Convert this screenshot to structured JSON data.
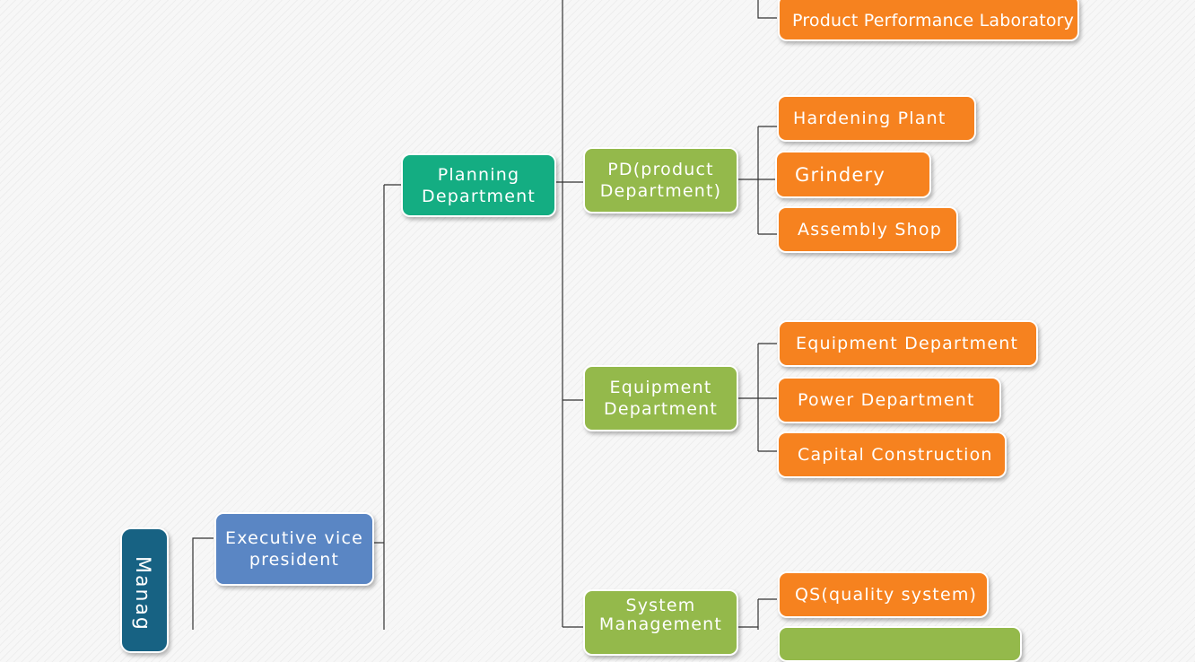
{
  "colors": {
    "orange": "#f6821f",
    "green": "#94b94b",
    "teal": "#14ad82",
    "blue": "#5a86c4",
    "navy": "#176283",
    "line": "#333333"
  },
  "nodes": {
    "management": "Manag",
    "executive_vp": "Executive vice president",
    "planning_dept": "Planning Department",
    "pd_dept": "PD(product Department)",
    "equipment_dept_mid": "Equipment Department",
    "system_mgmt": "System Management",
    "product_perf_lab": "Product Performance Laboratory",
    "hardening_plant": "Hardening Plant",
    "grindery": "Grindery",
    "assembly_shop": "Assembly Shop",
    "equipment_dept": "Equipment Department",
    "power_dept": "Power Department",
    "capital_construction": "Capital Construction",
    "qs": "QS(quality system)"
  }
}
